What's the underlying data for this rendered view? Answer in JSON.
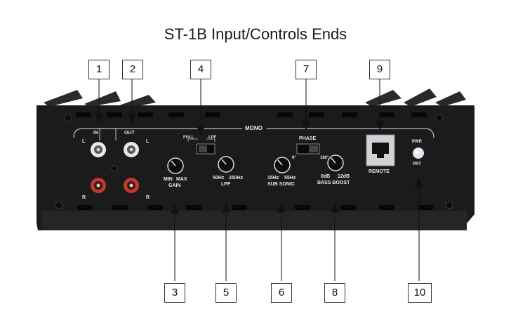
{
  "title": "ST-1B Input/Controls Ends",
  "panel": {
    "mono": "MONO",
    "in": "IN",
    "out": "OUT",
    "left": "L",
    "right": "R",
    "full": "FULL",
    "lpf_switch": "LPF",
    "gain_min": "MIN",
    "gain_max": "MAX",
    "gain": "GAIN",
    "lpf_low": "50Hz",
    "lpf_high": "250Hz",
    "lpf": "LPF",
    "sub_low": "15Hz",
    "sub_high": "55Hz",
    "sub_sonic": "SUB SONIC",
    "phase": "PHASE",
    "phase_0": "0°",
    "phase_180": "180°",
    "boost_low": "0dB",
    "boost_high": "12dB",
    "bass_boost": "BASS BOOST",
    "remote": "REMOTE",
    "pwr": "PWR",
    "prt": "PRT"
  },
  "callouts": [
    "1",
    "2",
    "3",
    "4",
    "5",
    "6",
    "7",
    "8",
    "9",
    "10"
  ],
  "colors": {
    "chassis": "#1b1b1b",
    "panel_line": "#bdbdbd",
    "rca_white": "#e8e8e8",
    "rca_red": "#c0392b",
    "led": "#dfe6ef"
  }
}
